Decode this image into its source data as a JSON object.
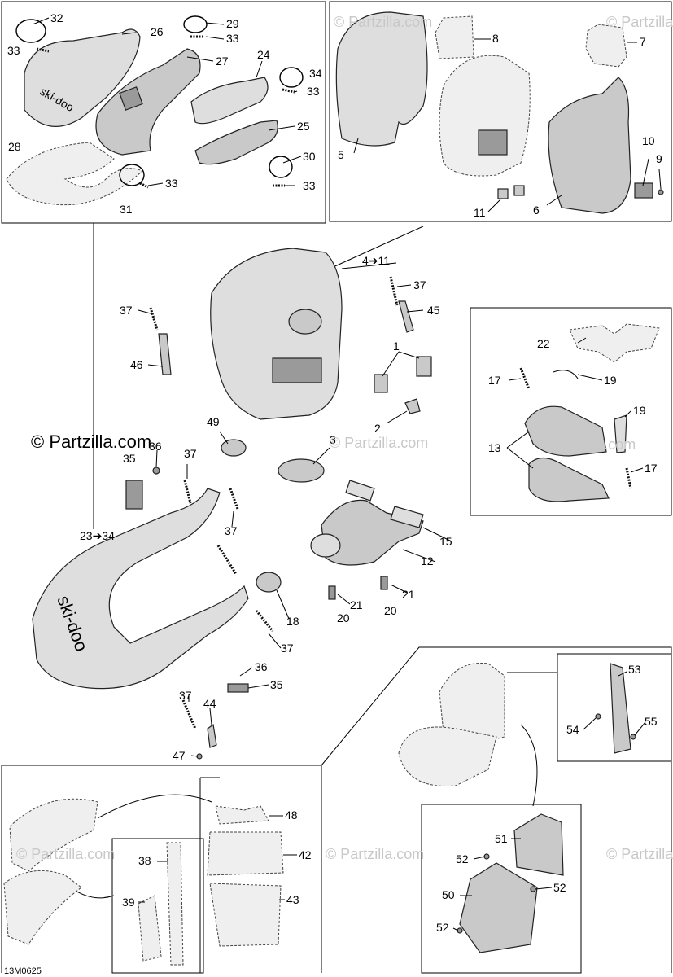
{
  "watermark": "© Partzilla.com",
  "watermark_short": "© Partzilla.com",
  "drawing_code": "13M0625",
  "logo_text": "ski-doo",
  "callouts": {
    "c1": "1",
    "c2": "2",
    "c3": "3",
    "c4_11": "4➔11",
    "c5": "5",
    "c6": "6",
    "c7": "7",
    "c8": "8",
    "c9": "9",
    "c10": "10",
    "c11": "11",
    "c12": "12",
    "c13": "13",
    "c15": "15",
    "c17a": "17",
    "c17b": "17",
    "c18": "18",
    "c19a": "19",
    "c19b": "19",
    "c20a": "20",
    "c20b": "20",
    "c21a": "21",
    "c21b": "21",
    "c22": "22",
    "c23_34": "23➔34",
    "c24": "24",
    "c25": "25",
    "c26": "26",
    "c27": "27",
    "c28": "28",
    "c29": "29",
    "c30": "30",
    "c31": "31",
    "c32": "32",
    "c33a": "33",
    "c33b": "33",
    "c33c": "33",
    "c33d": "33",
    "c33e": "33",
    "c34": "34",
    "c35a": "35",
    "c35b": "35",
    "c36a": "36",
    "c36b": "36",
    "c37a": "37",
    "c37b": "37",
    "c37c": "37",
    "c37d": "37",
    "c37e": "37",
    "c37f": "37",
    "c38": "38",
    "c39": "39",
    "c42": "42",
    "c43": "43",
    "c44": "44",
    "c45": "45",
    "c46": "46",
    "c47": "47",
    "c48": "48",
    "c49": "49",
    "c50": "50",
    "c51": "51",
    "c52a": "52",
    "c52b": "52",
    "c52c": "52",
    "c53": "53",
    "c54": "54",
    "c55": "55"
  }
}
